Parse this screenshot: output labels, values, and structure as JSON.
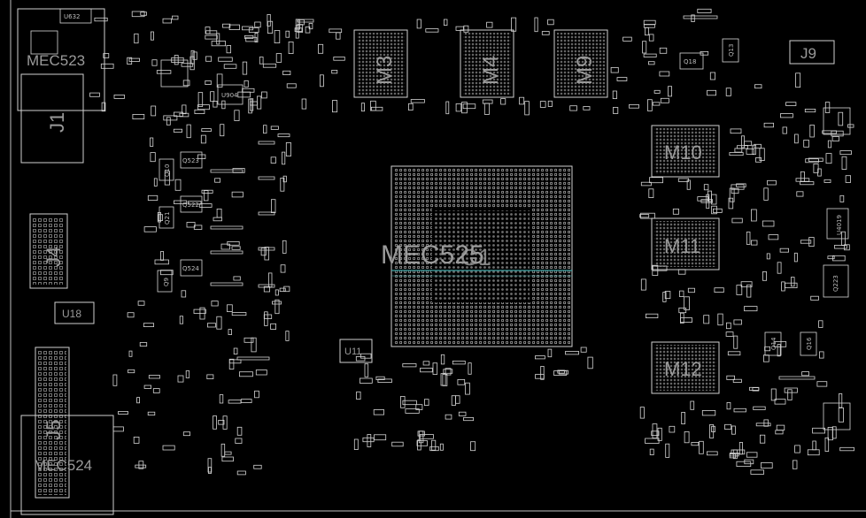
{
  "big_labels": {
    "mec523_top": "MEC523",
    "j1": "J1",
    "j4": "J4",
    "j5": "J5",
    "mec524": "MEC524",
    "m3": "M3",
    "m4": "M4",
    "m9": "M9",
    "j9": "J9",
    "m10": "M10",
    "m11": "M11",
    "m12": "M12",
    "cpu": "MEC525",
    "cpu_overlay": "G1",
    "u18": "U18",
    "u11": "U11"
  },
  "small_labels": {
    "u632": "U632",
    "q18": "Q18",
    "q13": "Q13",
    "u904": "U904",
    "q523": "Q523",
    "q10": "Q10",
    "q522": "Q522",
    "q21": "Q21",
    "q524": "Q524",
    "q9": "Q9",
    "q223": "Q223",
    "q14": "Q14",
    "q16": "Q16",
    "u4019": "U4019"
  },
  "colors": {
    "background": "#000000",
    "silkscreen": "#d0d0d0",
    "label": "#9a9a9a",
    "highlight_line": "#3fa7a7"
  }
}
